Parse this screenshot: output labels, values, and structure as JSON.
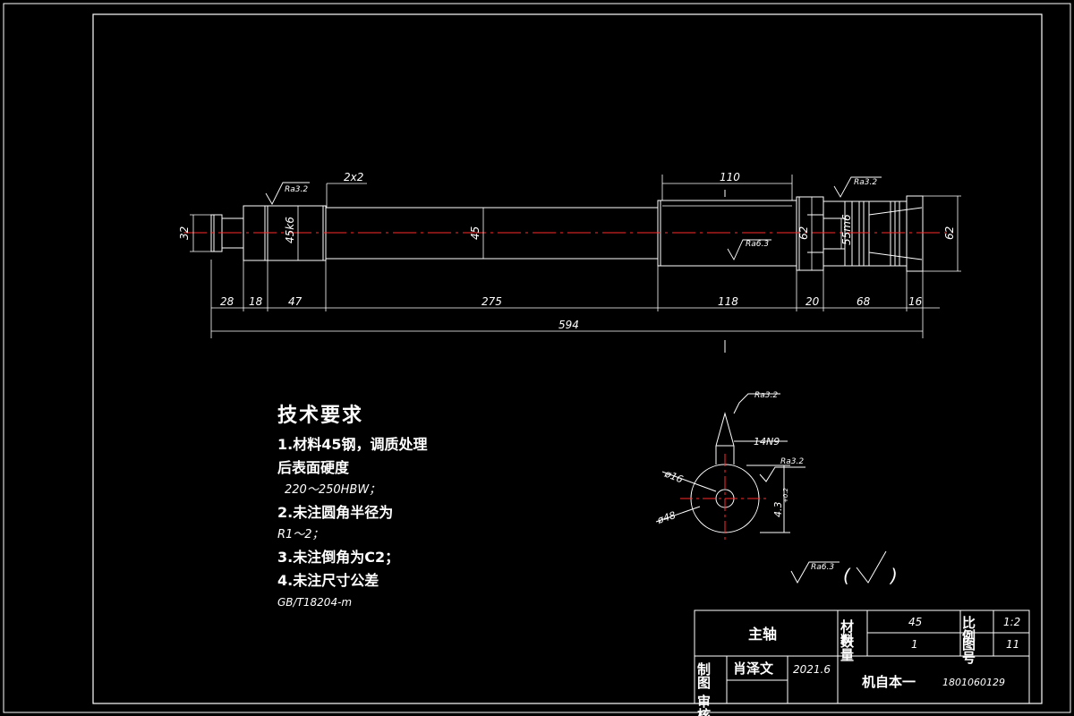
{
  "title_block": {
    "part_name": "主轴",
    "label_material": "材料",
    "label_quantity": "数量",
    "label_scale": "比例",
    "label_drawing_no": "图号",
    "material": "45",
    "quantity": "1",
    "scale": "1:2",
    "sheet": "11",
    "label_drawn": "制图",
    "label_checked": "审核",
    "designer": "肖泽文",
    "date": "2021.6",
    "school_class": "机自本一",
    "student_no": "1801060129"
  },
  "tech_notes": {
    "heading": "技术要求",
    "line1": "1.材料45钢，调质处理",
    "line2": "后表面硬度",
    "line3": "220〜250HBW；",
    "line4": "2.未注圆角半径为",
    "line5": "R1〜2；",
    "line6": "3.未注倒角为C2；",
    "line7": "4.未注尺寸公差",
    "line8": "GB/T18204-m"
  },
  "dimensions": {
    "d32": "32",
    "d45k6": "45k6",
    "d45": "45",
    "d62a": "62",
    "d55m6": "55m6",
    "d62b": "62",
    "d110": "110",
    "d2x2": "2x2",
    "l28": "28",
    "l18": "18",
    "l47": "47",
    "l275": "275",
    "l118": "118",
    "l20": "20",
    "l68": "68",
    "l16": "16",
    "total": "594"
  },
  "roughness": {
    "r1": "Ra3.2",
    "r2": "Ra6.3",
    "r3": "Ra3.2",
    "r4": "Ra3.2",
    "r5": "Ra3.2",
    "general": "Ra6.3",
    "general_paren_left": "(",
    "general_paren_right": ")"
  },
  "section": {
    "keyway": "14N9",
    "d16": "ø16",
    "d48": "ø48",
    "depth": "4.3",
    "depth_tol": "+0.2",
    "depth_tol2": "0"
  },
  "colors": {
    "background": "#000000",
    "line": "#ffffff",
    "centerline": "#ff2a2a"
  }
}
